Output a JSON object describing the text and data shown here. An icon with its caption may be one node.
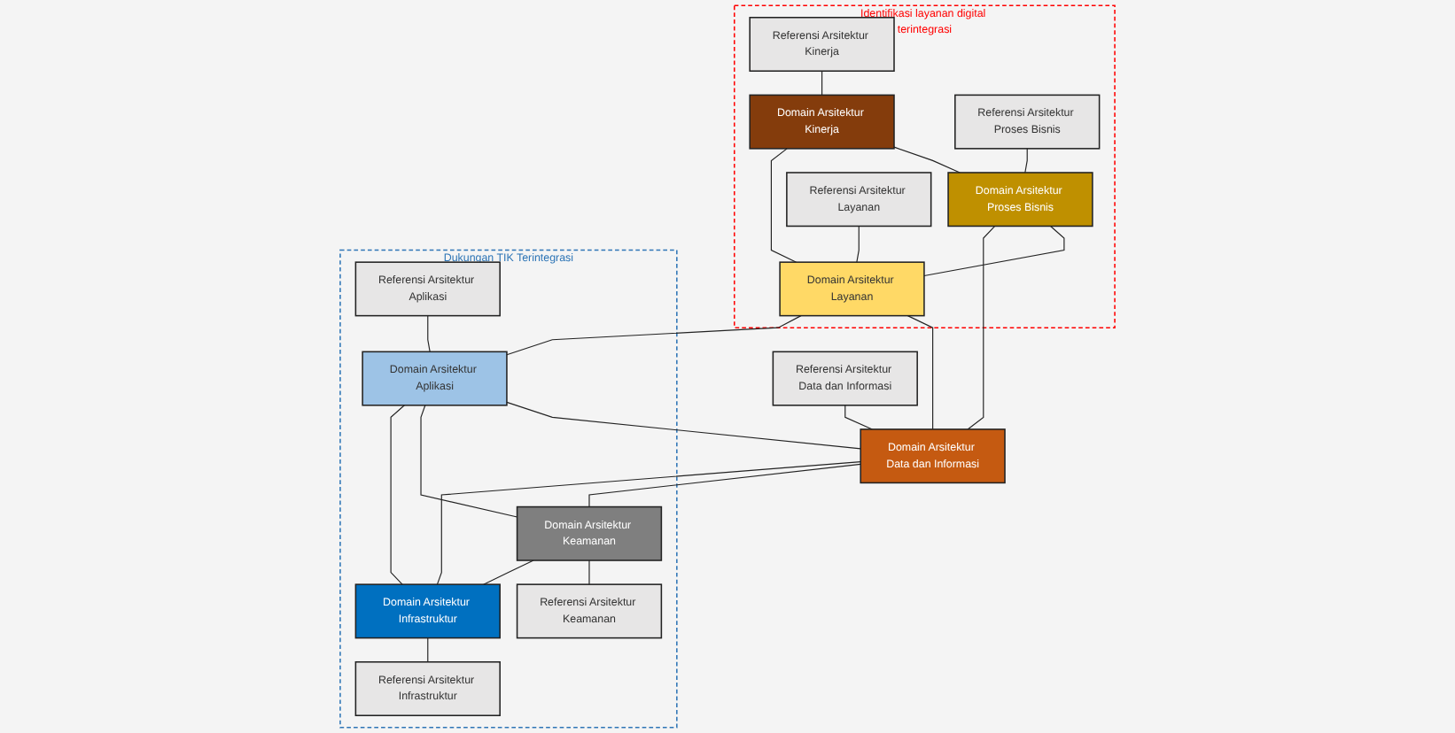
{
  "diagram": {
    "nodes": [
      {
        "text": [
          "Identifikasi layanan digital terintegrasi"
        ]
      },
      {
        "text": [
          "Referensi Arsitektur Kinerja"
        ],
        "in": 0
      },
      {
        "text": [
          "Domain Arsitektur Kinerja"
        ],
        "in": 0
      },
      {
        "text": [
          "Referensi Arsitektur Proses Bisnis"
        ],
        "in": 0
      },
      {
        "text": [
          "Domain Arsitektur Proses Bisnis"
        ],
        "in": 0
      },
      {
        "text": [
          "Referensi Arsitektur Layanan"
        ],
        "in": 0
      },
      {
        "text": [
          "Domain Arsitektur Layanan"
        ],
        "in": 0
      },
      {
        "text": [
          "Dukungan TIK Terintegrasi"
        ]
      },
      {
        "text": [
          "Referensi Arsitektur Aplikasi"
        ],
        "in": 7
      },
      {
        "text": [
          "Domain Arsitektur Aplikasi"
        ],
        "in": 7
      },
      {
        "text": [
          "Referensi Arsitektur Data dan Informasi"
        ]
      },
      {
        "text": [
          "Domain Arsitektur Data dan Informasi"
        ]
      },
      {
        "text": [
          "Domain Arsitektur Keamanan"
        ],
        "in": 7
      },
      {
        "text": [
          "Referensi Arsitektur Keamanan"
        ],
        "in": 7
      },
      {
        "text": [
          "Domain Arsitektur Infrastruktur"
        ],
        "in": 7
      },
      {
        "text": [
          "Referensi Arsitektur Infrastruktur"
        ],
        "in": 7
      }
    ],
    "edges": [
      {
        "from": 1,
        "to": 2,
        "arrow": "none"
      },
      {
        "from": 2,
        "to": 4,
        "arrow": "none"
      },
      {
        "from": 2,
        "to": 6,
        "arrow": "none"
      },
      {
        "from": 3,
        "to": 4,
        "arrow": "none"
      },
      {
        "from": 5,
        "to": 6,
        "arrow": "none"
      },
      {
        "from": 4,
        "to": 6,
        "arrow": "none"
      },
      {
        "from": 4,
        "to": 11,
        "arrow": "none"
      },
      {
        "from": 6,
        "to": 11,
        "arrow": "none"
      },
      {
        "from": 6,
        "to": 9,
        "arrow": "none"
      },
      {
        "from": 8,
        "to": 9,
        "arrow": "none"
      },
      {
        "from": 9,
        "to": 11,
        "arrow": "none"
      },
      {
        "from": 9,
        "to": 12,
        "arrow": "none"
      },
      {
        "from": 9,
        "to": 14,
        "arrow": "none"
      },
      {
        "from": 10,
        "to": 11,
        "arrow": "none"
      },
      {
        "from": 11,
        "to": 12,
        "arrow": "none"
      },
      {
        "from": 11,
        "to": 14,
        "arrow": "none"
      },
      {
        "from": 12,
        "to": 13,
        "arrow": "none"
      },
      {
        "from": 12,
        "to": 14,
        "arrow": "none"
      },
      {
        "from": 14,
        "to": 15,
        "arrow": "none"
      }
    ]
  }
}
